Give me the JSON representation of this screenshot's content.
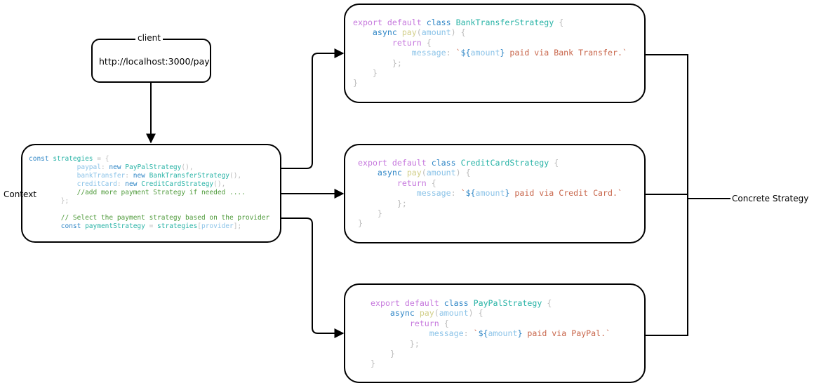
{
  "client": {
    "label": "client",
    "url": "http://localhost:3000/pay"
  },
  "context": {
    "label": "Context",
    "lines": [
      [
        [
          "const ",
          "bl"
        ],
        [
          "strategies",
          "cls"
        ],
        [
          " = {",
          "pn"
        ]
      ],
      [
        [
          "            paypal",
          "prm"
        ],
        [
          ": ",
          "pn"
        ],
        [
          "new ",
          "bl"
        ],
        [
          "PayPalStrategy",
          "cls"
        ],
        [
          "(),",
          "pn"
        ]
      ],
      [
        [
          "            bankTransfer",
          "prm"
        ],
        [
          ": ",
          "pn"
        ],
        [
          "new ",
          "bl"
        ],
        [
          "BankTransferStrategy",
          "cls"
        ],
        [
          "(),",
          "pn"
        ]
      ],
      [
        [
          "            creditCard",
          "prm"
        ],
        [
          ": ",
          "pn"
        ],
        [
          "new ",
          "bl"
        ],
        [
          "CreditCardStrategy",
          "cls"
        ],
        [
          "(),",
          "pn"
        ]
      ],
      [
        [
          "            //add more payment Strategy if needed ....",
          "cm"
        ]
      ],
      [
        [
          "        };",
          "pn"
        ]
      ],
      [
        [
          "",
          "pn"
        ]
      ],
      [
        [
          "        // Select the payment strategy based on the provider",
          "cm"
        ]
      ],
      [
        [
          "        const ",
          "bl"
        ],
        [
          "paymentStrategy",
          "cls"
        ],
        [
          " = ",
          "pn"
        ],
        [
          "strategies",
          "cls"
        ],
        [
          "[",
          "pn"
        ],
        [
          "provider",
          "prm"
        ],
        [
          "];",
          "pn"
        ]
      ]
    ]
  },
  "strategies": [
    {
      "id": "bank-transfer",
      "lines": [
        [
          [
            "export ",
            "kw"
          ],
          [
            "default ",
            "kw"
          ],
          [
            "class ",
            "bl"
          ],
          [
            "BankTransferStrategy",
            "cls"
          ],
          [
            " {",
            "pn"
          ]
        ],
        [
          [
            "    async ",
            "bl"
          ],
          [
            "pay",
            "fn"
          ],
          [
            "(",
            "pn"
          ],
          [
            "amount",
            "prm"
          ],
          [
            ") {",
            "pn"
          ]
        ],
        [
          [
            "        return ",
            "kw"
          ],
          [
            "{",
            "pn"
          ]
        ],
        [
          [
            "            message",
            "prm"
          ],
          [
            ": ",
            "pn"
          ],
          [
            "`",
            "str"
          ],
          [
            "${",
            "bl"
          ],
          [
            "amount",
            "prm"
          ],
          [
            "}",
            "bl"
          ],
          [
            " paid via Bank Transfer.`",
            "str"
          ]
        ],
        [
          [
            "        };",
            "pn"
          ]
        ],
        [
          [
            "    }",
            "pn"
          ]
        ],
        [
          [
            "}",
            "pn"
          ]
        ]
      ]
    },
    {
      "id": "credit-card",
      "lines": [
        [
          [
            "export ",
            "kw"
          ],
          [
            "default ",
            "kw"
          ],
          [
            "class ",
            "bl"
          ],
          [
            "CreditCardStrategy",
            "cls"
          ],
          [
            " {",
            "pn"
          ]
        ],
        [
          [
            "    async ",
            "bl"
          ],
          [
            "pay",
            "fn"
          ],
          [
            "(",
            "pn"
          ],
          [
            "amount",
            "prm"
          ],
          [
            ") {",
            "pn"
          ]
        ],
        [
          [
            "        return ",
            "kw"
          ],
          [
            "{",
            "pn"
          ]
        ],
        [
          [
            "            message",
            "prm"
          ],
          [
            ": ",
            "pn"
          ],
          [
            "`",
            "str"
          ],
          [
            "${",
            "bl"
          ],
          [
            "amount",
            "prm"
          ],
          [
            "}",
            "bl"
          ],
          [
            " paid via Credit Card.`",
            "str"
          ]
        ],
        [
          [
            "        };",
            "pn"
          ]
        ],
        [
          [
            "    }",
            "pn"
          ]
        ],
        [
          [
            "}",
            "pn"
          ]
        ]
      ]
    },
    {
      "id": "paypal",
      "lines": [
        [
          [
            "export ",
            "kw"
          ],
          [
            "default ",
            "kw"
          ],
          [
            "class ",
            "bl"
          ],
          [
            "PayPalStrategy",
            "cls"
          ],
          [
            " {",
            "pn"
          ]
        ],
        [
          [
            "    async ",
            "bl"
          ],
          [
            "pay",
            "fn"
          ],
          [
            "(",
            "pn"
          ],
          [
            "amount",
            "prm"
          ],
          [
            ") {",
            "pn"
          ]
        ],
        [
          [
            "        return ",
            "kw"
          ],
          [
            "{",
            "pn"
          ]
        ],
        [
          [
            "            message",
            "prm"
          ],
          [
            ": ",
            "pn"
          ],
          [
            "`",
            "str"
          ],
          [
            "${",
            "bl"
          ],
          [
            "amount",
            "prm"
          ],
          [
            "}",
            "bl"
          ],
          [
            " paid via PayPal.`",
            "str"
          ]
        ],
        [
          [
            "        };",
            "pn"
          ]
        ],
        [
          [
            "    }",
            "pn"
          ]
        ],
        [
          [
            "}",
            "pn"
          ]
        ]
      ]
    }
  ],
  "concrete_label": "Concrete Strategy"
}
